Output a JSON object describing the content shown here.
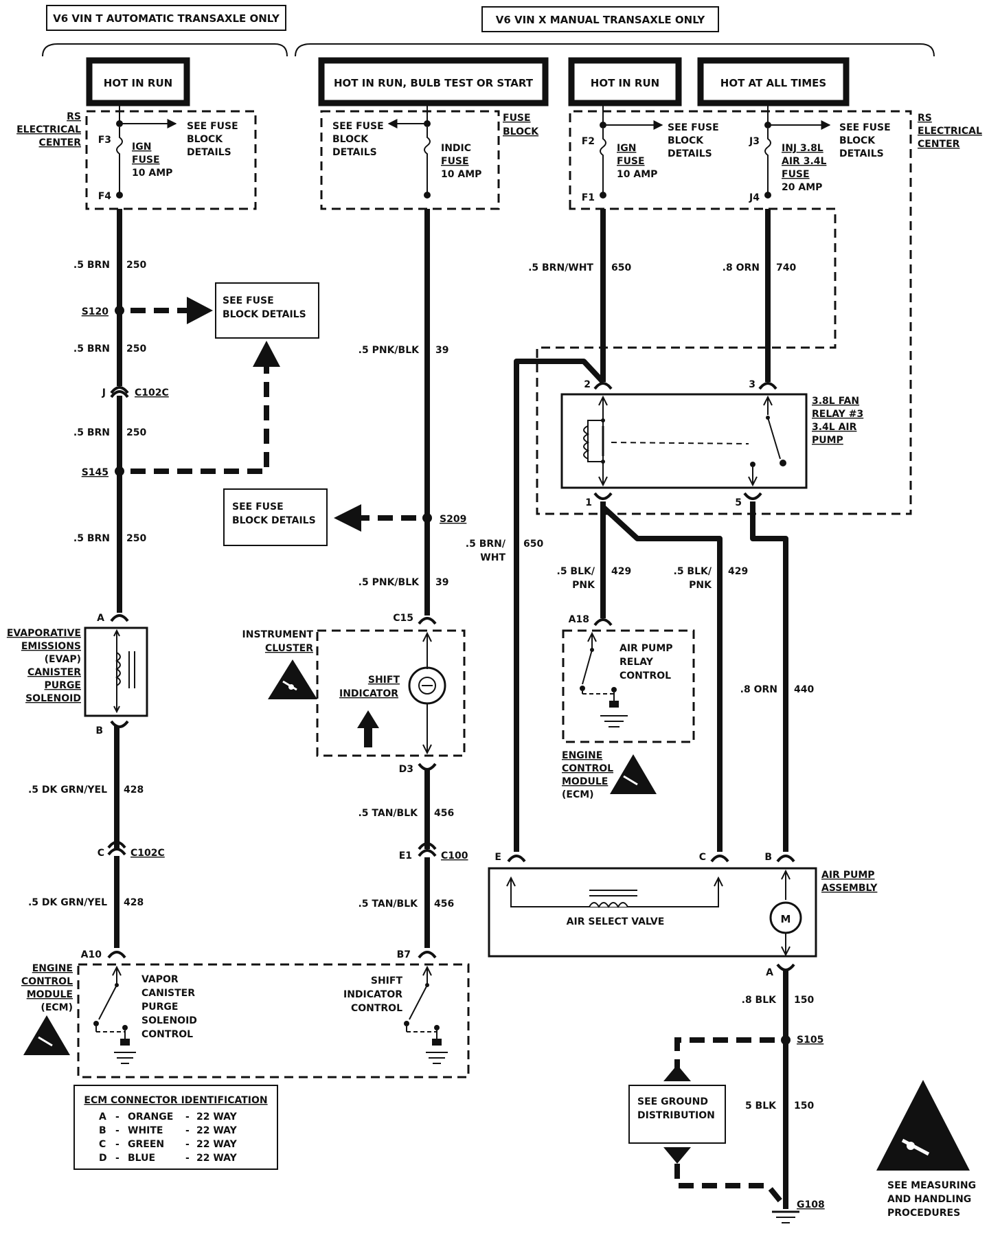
{
  "headers": {
    "left": "V6 VIN T AUTOMATIC TRANSAXLE ONLY",
    "right": "V6 VIN X MANUAL TRANSAXLE ONLY"
  },
  "power_boxes": {
    "hot_in_run_1": "HOT IN RUN",
    "hot_bulb_test": "HOT IN RUN, BULB TEST OR START",
    "hot_in_run_2": "HOT IN RUN",
    "hot_at_all_times": "HOT AT ALL TIMES"
  },
  "fuse_blocks": {
    "rs_center_left": [
      "RS",
      "ELECTRICAL",
      "CENTER"
    ],
    "rs_center_right": [
      "RS",
      "ELECTRICAL",
      "CENTER"
    ],
    "fuse_block": [
      "FUSE",
      "BLOCK"
    ],
    "see_fuse_block_details": [
      "SEE FUSE",
      "BLOCK",
      "DETAILS"
    ],
    "ign_fuse": [
      "IGN",
      "FUSE",
      "10 AMP"
    ],
    "indic_fuse": [
      "INDIC",
      "FUSE",
      "10 AMP"
    ],
    "inj_fuse": [
      "INJ 3.8L",
      "AIR 3.4L",
      "FUSE",
      "20 AMP"
    ],
    "pins": {
      "f3": "F3",
      "f4": "F4",
      "f2": "F2",
      "f1": "F1",
      "j3": "J3",
      "j4": "J4"
    }
  },
  "wires": {
    "brn": ".5 BRN",
    "c250": "250",
    "pnk_blk": ".5 PNK/BLK",
    "c39": "39",
    "brn_wht": ".5 BRN/WHT",
    "c650": "650",
    "brn_wht_split": [
      ".5 BRN/",
      "WHT"
    ],
    "orn8": ".8 ORN",
    "c740": "740",
    "blk_pnk": [
      ".5 BLK/",
      "PNK"
    ],
    "c429": "429",
    "c440": "440",
    "dk_grn_yel": ".5 DK GRN/YEL",
    "c428": "428",
    "tan_blk": ".5 TAN/BLK",
    "c456": "456",
    "blk8": ".8 BLK",
    "c150": "150",
    "blk5": "5 BLK"
  },
  "splices": {
    "s120": "S120",
    "s145": "S145",
    "s209": "S209",
    "s105": "S105",
    "g108": "G108",
    "c102c": "C102C",
    "c100": "C100"
  },
  "see_fuse_block_details_box": [
    "SEE FUSE",
    "BLOCK DETAILS"
  ],
  "connector_pins": {
    "j": "J",
    "a": "A",
    "b": "B",
    "c": "C",
    "e": "E",
    "a10": "A10",
    "b7": "B7",
    "c15": "C15",
    "d3": "D3",
    "e1": "E1",
    "a18": "A18",
    "p1": "1",
    "p2": "2",
    "p3": "3",
    "p5": "5"
  },
  "components": {
    "evap": [
      "EVAPORATIVE",
      "EMISSIONS",
      "(EVAP)",
      "CANISTER",
      "PURGE",
      "SOLENOID"
    ],
    "instrument_cluster": [
      "INSTRUMENT",
      "CLUSTER"
    ],
    "shift_indicator": [
      "SHIFT",
      "INDICATOR"
    ],
    "fan_relay": [
      "3.8L FAN",
      "RELAY #3",
      "3.4L AIR",
      "PUMP"
    ],
    "air_pump_relay": [
      "AIR PUMP",
      "RELAY",
      "CONTROL"
    ],
    "ecm_right": [
      "ENGINE",
      "CONTROL",
      "MODULE",
      "(ECM)"
    ],
    "ecm_left": [
      "ENGINE",
      "CONTROL",
      "MODULE",
      "(ECM)"
    ],
    "air_pump_assembly": [
      "AIR PUMP",
      "ASSEMBLY"
    ],
    "air_select_valve": "AIR SELECT VALVE",
    "motor": "M",
    "vapor_control": [
      "VAPOR",
      "CANISTER",
      "PURGE",
      "SOLENOID",
      "CONTROL"
    ],
    "shift_control": [
      "SHIFT",
      "INDICATOR",
      "CONTROL"
    ],
    "see_ground": [
      "SEE GROUND",
      "DISTRIBUTION"
    ],
    "see_measuring": [
      "SEE MEASURING",
      "AND HANDLING",
      "PROCEDURES"
    ]
  },
  "ecm_legend": {
    "title": "ECM CONNECTOR IDENTIFICATION",
    "rows": [
      {
        "letter": "A",
        "color": "ORANGE",
        "ways": "22 WAY"
      },
      {
        "letter": "B",
        "color": "WHITE",
        "ways": "22 WAY"
      },
      {
        "letter": "C",
        "color": "GREEN",
        "ways": "22 WAY"
      },
      {
        "letter": "D",
        "color": "BLUE",
        "ways": "22 WAY"
      }
    ]
  }
}
